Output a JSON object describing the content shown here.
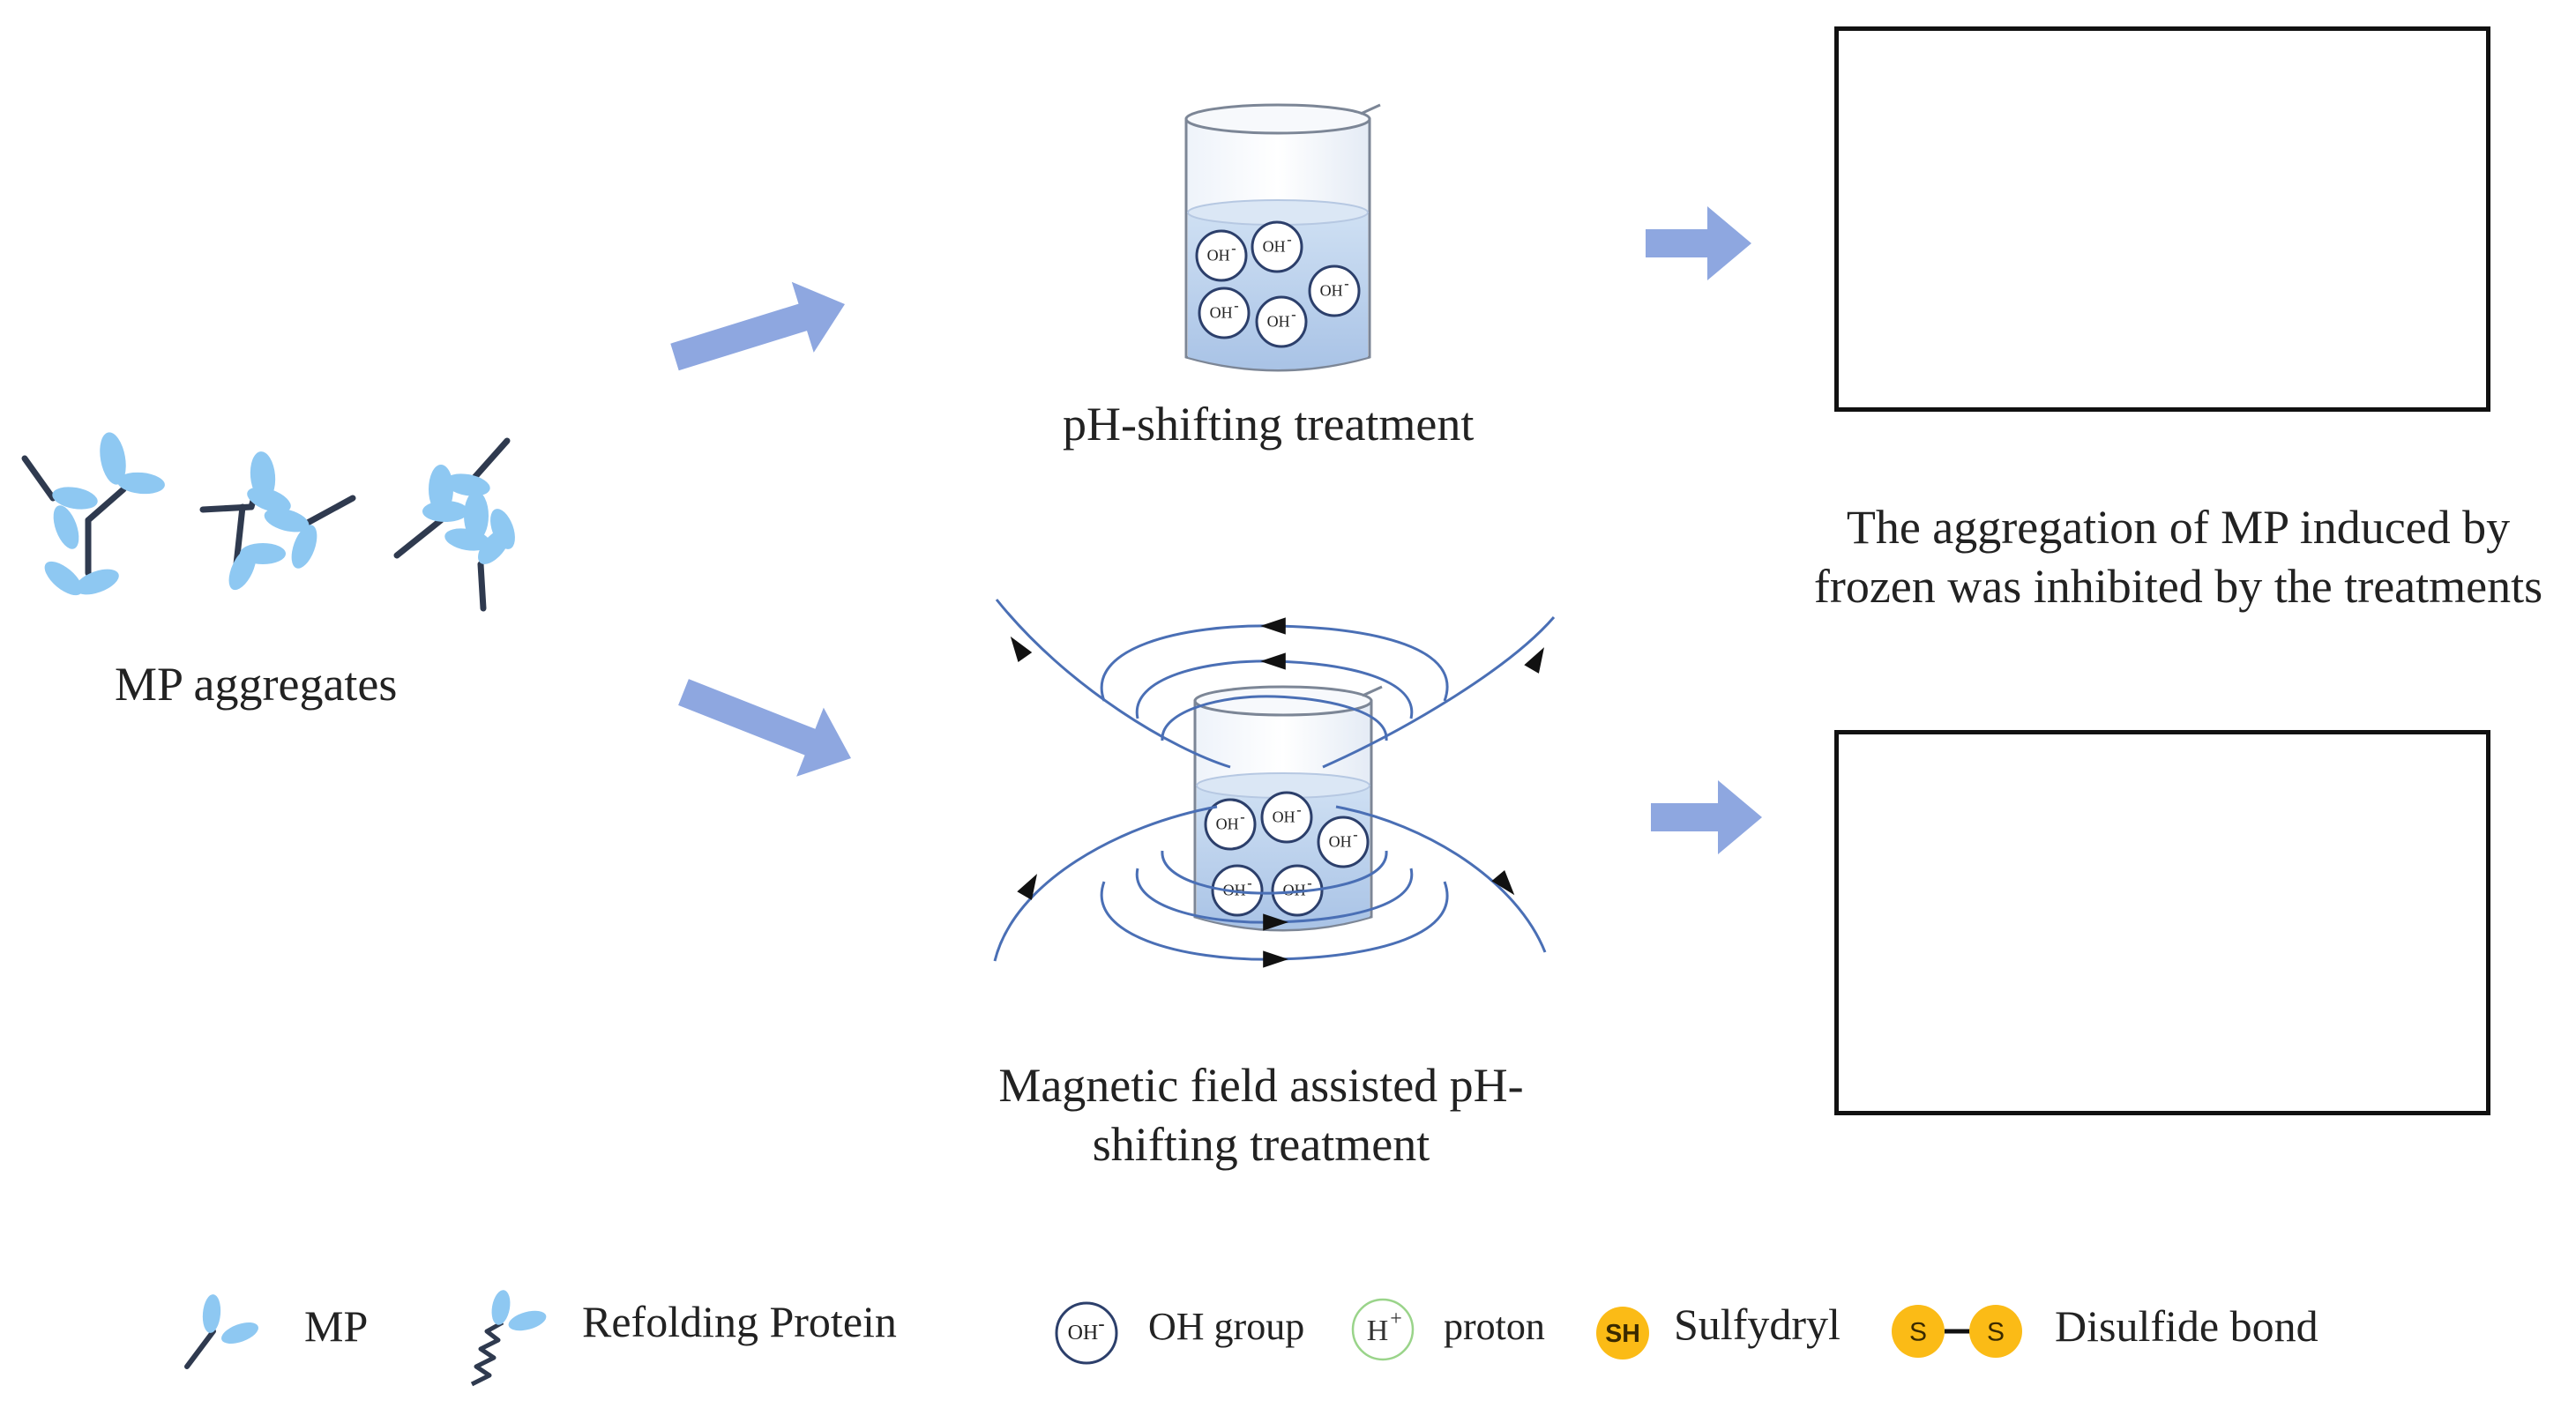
{
  "labels": {
    "mp_aggregates": "MP aggregates",
    "ph_shifting": "pH-shifting treatment",
    "magnetic_line1": "Magnetic field assisted pH-",
    "magnetic_line2": "shifting treatment",
    "result_line1": "The aggregation of MP induced by",
    "result_line2": "frozen was inhibited by the treatments"
  },
  "legend": {
    "mp": "MP",
    "refolding": "Refolding Protein",
    "oh_group": "OH group",
    "proton": "proton",
    "sulfydryl": "Sulfydryl",
    "disulfide": "Disulfide bond"
  },
  "symbols": {
    "oh": "OH",
    "h": "H",
    "sh": "SH",
    "s": "S"
  },
  "colors": {
    "mp_blue": "#8ec8f2",
    "stick": "#2f3a4f",
    "arrow": "#8ea7e0",
    "sulfur": "#fbbb16",
    "proton": "#9ad48a",
    "oh_ring": "#2c3f6b",
    "field": "#4a6fb5"
  }
}
